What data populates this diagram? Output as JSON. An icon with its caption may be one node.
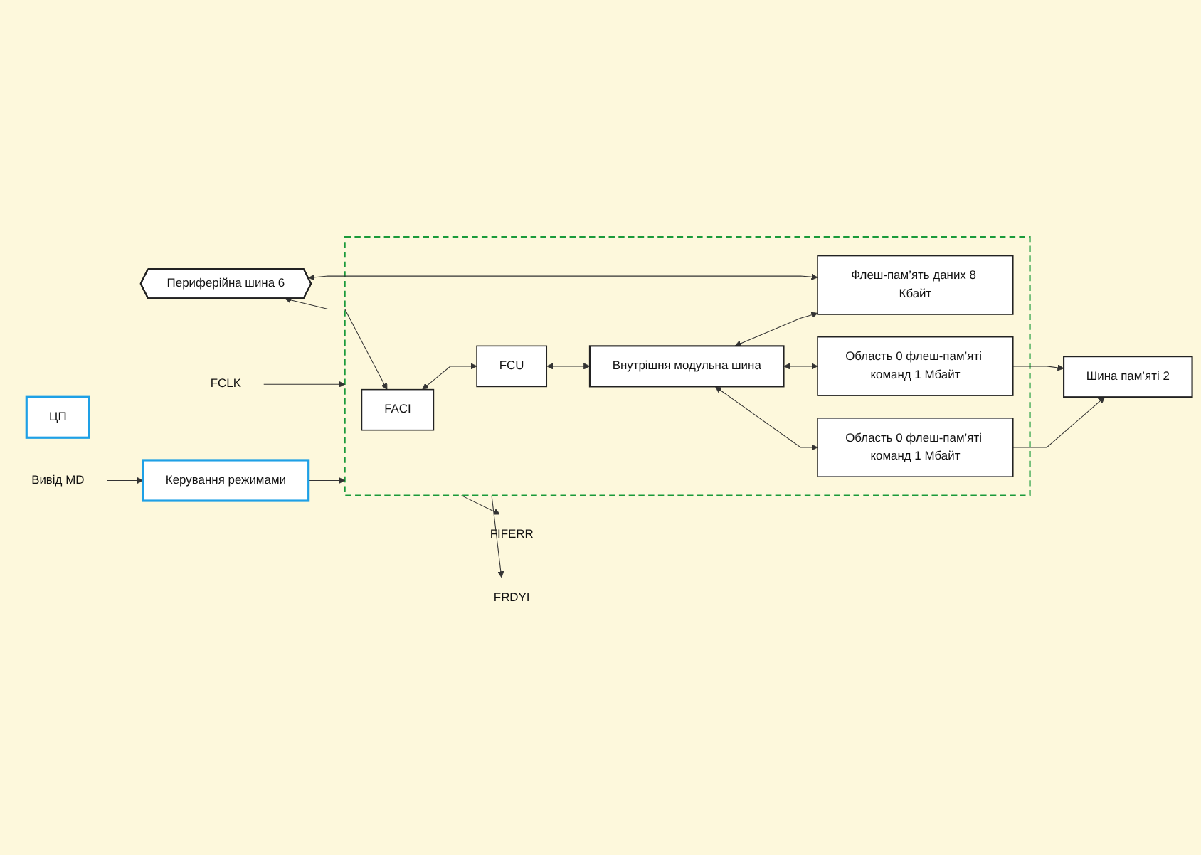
{
  "diagram": {
    "nodes": [
      {
        "text": [
          "Периферійна шина 6"
        ]
      },
      {
        "text": [
          "ЦП"
        ]
      },
      {
        "text": [],
        "shape": "box"
      },
      {
        "text": [
          "FACI"
        ],
        "in": 2
      },
      {
        "text": [
          "FCU"
        ],
        "in": 2
      },
      {
        "text": [
          "Внутрішня модульна шина"
        ],
        "in": 2
      },
      {
        "text": [
          "Флеш-пам’ять даних 8 Кбайт"
        ],
        "in": 2
      },
      {
        "text": [
          "Область 0 флеш-пам’яті команд 1 Мбайт"
        ],
        "in": 2
      },
      {
        "text": [
          "Область 0 флеш-пам’яті команд 1 Мбайт"
        ],
        "in": 2
      },
      {
        "text": [
          "Шина пам’яті 2"
        ]
      },
      {
        "text": [
          "Керування режимами"
        ]
      },
      {
        "text": [
          "FCLK"
        ]
      },
      {
        "text": [
          "FIFERR"
        ]
      },
      {
        "text": [
          "FRDYI"
        ]
      },
      {
        "text": [
          "Вивід MD"
        ]
      }
    ],
    "edges": [
      {
        "from": 0,
        "to": 3,
        "arrow": "both"
      },
      {
        "from": 0,
        "to": 6,
        "arrow": "both"
      },
      {
        "from": 3,
        "to": 4,
        "arrow": "both"
      },
      {
        "from": 4,
        "to": 5,
        "arrow": "both"
      },
      {
        "from": 5,
        "to": 6,
        "arrow": "both"
      },
      {
        "from": 5,
        "to": 7,
        "arrow": "both"
      },
      {
        "from": 5,
        "to": 8,
        "arrow": "both"
      },
      {
        "from": 7,
        "to": 9,
        "arrow": "to"
      },
      {
        "from": 8,
        "to": 9,
        "arrow": "to"
      },
      {
        "from": 11,
        "to": 2,
        "arrow": "to"
      },
      {
        "from": 2,
        "to": 12,
        "arrow": "to"
      },
      {
        "from": 2,
        "to": 13,
        "arrow": "to"
      },
      {
        "from": 10,
        "to": 2,
        "arrow": "to"
      },
      {
        "from": 14,
        "to": 10,
        "arrow": "to"
      }
    ]
  }
}
